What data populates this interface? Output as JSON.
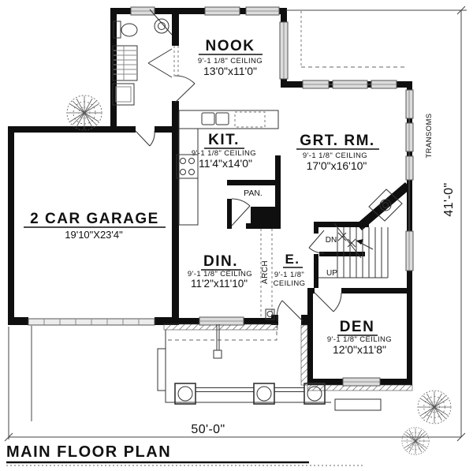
{
  "title": "MAIN FLOOR PLAN",
  "dimensions": {
    "overall_width": "50'-0\"",
    "overall_depth": "41'-0\""
  },
  "rooms": {
    "nook": {
      "name": "NOOK",
      "ceiling": "9'-1 1/8\" CEILING",
      "size": "13'0\"x11'0\""
    },
    "kitchen": {
      "name": "KIT.",
      "ceiling": "9'-1 1/8\" CEILING",
      "size": "11'4\"x14'0\""
    },
    "great_room": {
      "name": "GRT. RM.",
      "ceiling": "9'-1 1/8\" CEILING",
      "size": "17'0\"x16'10\""
    },
    "garage": {
      "name": "2 CAR GARAGE",
      "size": "19'10\"X23'4\""
    },
    "pantry": {
      "name": "PAN."
    },
    "dining": {
      "name": "DIN.",
      "ceiling": "9'-1 1/8\" CEILING",
      "size": "11'2\"x11'10\""
    },
    "entry": {
      "name": "E.",
      "ceiling_line1": "9'-1 1/8\"",
      "ceiling_line2": "CEILING"
    },
    "den": {
      "name": "DEN",
      "ceiling": "9'-1 1/8\" CEILING",
      "size": "12'0\"x11'8\""
    }
  },
  "annotations": {
    "arch": "ARCH",
    "transoms": "TRANSOMS",
    "stairs_down": "DN",
    "stairs_up": "UP"
  },
  "colors": {
    "line": "#111111",
    "window_fill": "#dcdcdc",
    "background": "#ffffff"
  }
}
